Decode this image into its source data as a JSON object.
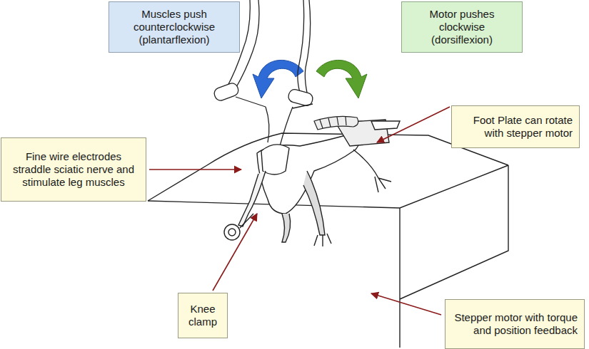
{
  "diagram": {
    "nodes": [
      {
        "text": [
          "Muscles push counterclockwise (plantarflexion)"
        ]
      },
      {
        "text": [
          "Motor pushes clockwise (dorsiflexion)"
        ]
      },
      {
        "text": [
          "Fine wire electrodes straddle sciatic nerve and stimulate leg muscles"
        ]
      },
      {
        "text": [
          "Foot Plate can rotate with stepper motor"
        ]
      },
      {
        "text": [
          "Knee clamp"
        ]
      },
      {
        "text": [
          "Stepper motor with torque and position feedback"
        ]
      }
    ]
  }
}
